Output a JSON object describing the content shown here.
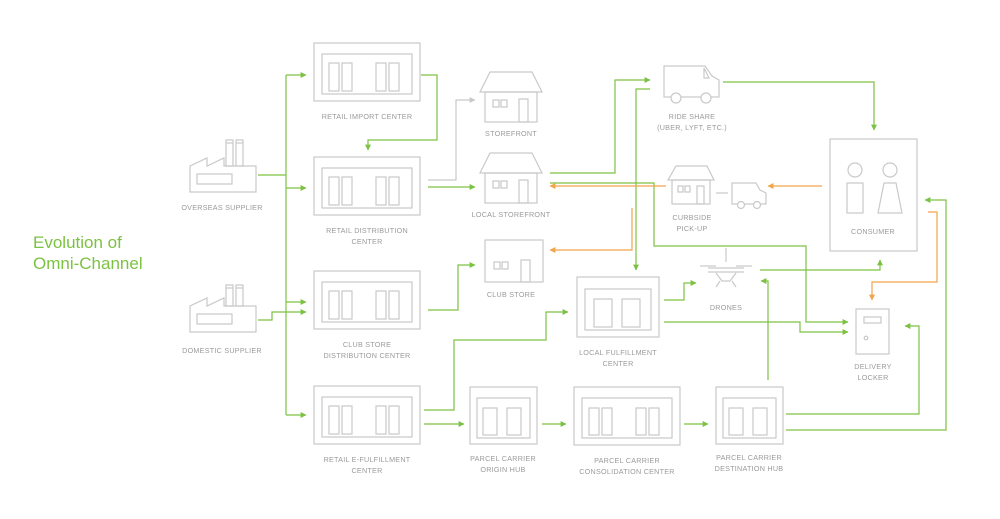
{
  "title": {
    "line1": "Evolution of",
    "line2": "Omni-Channel"
  },
  "colors": {
    "flow": "#7cc242",
    "returns": "#f0a54a",
    "outline": "#c9c9c9",
    "secondary": "#c9c9c9",
    "label": "#9a9a9a",
    "title": "#7cc242"
  },
  "nodes": {
    "overseas_supplier": {
      "line1": "OVERSEAS SUPPLIER",
      "icon": "factory-icon"
    },
    "domestic_supplier": {
      "line1": "DOMESTIC SUPPLIER",
      "icon": "factory-icon"
    },
    "retail_import_center": {
      "line1": "RETAIL IMPORT CENTER",
      "icon": "warehouse-icon"
    },
    "retail_distribution_center": {
      "line1": "RETAIL DISTRIBUTION",
      "line2": "CENTER",
      "icon": "warehouse-icon"
    },
    "club_store_distribution_center": {
      "line1": "CLUB STORE",
      "line2": "DISTRIBUTION CENTER",
      "icon": "warehouse-icon"
    },
    "retail_efulfillment_center": {
      "line1": "RETAIL E-FULFILLMENT",
      "line2": "CENTER",
      "icon": "warehouse-icon"
    },
    "storefront": {
      "line1": "STOREFRONT",
      "icon": "store-icon"
    },
    "local_storefront": {
      "line1": "LOCAL STOREFRONT",
      "icon": "store-icon"
    },
    "club_store": {
      "line1": "CLUB STORE",
      "icon": "store-icon"
    },
    "local_fulfillment_center": {
      "line1": "LOCAL FULFILLMENT",
      "line2": "CENTER",
      "icon": "warehouse-icon"
    },
    "parcel_carrier_origin_hub": {
      "line1": "PARCEL CARRIER",
      "line2": "ORIGIN HUB",
      "icon": "warehouse-icon"
    },
    "parcel_carrier_consolidation_center": {
      "line1": "PARCEL CARRIER",
      "line2": "CONSOLIDATION CENTER",
      "icon": "warehouse-icon"
    },
    "parcel_carrier_destination_hub": {
      "line1": "PARCEL CARRIER",
      "line2": "DESTINATION HUB",
      "icon": "warehouse-icon"
    },
    "ride_share": {
      "line1": "RIDE SHARE",
      "line2": "(UBER, LYFT, ETC.)",
      "icon": "van-icon"
    },
    "curbside_pickup": {
      "line1": "CURBSIDE",
      "line2": "PICK-UP",
      "icon": "curbside-icon"
    },
    "drones": {
      "line1": "DRONES",
      "icon": "drone-icon"
    },
    "consumer": {
      "line1": "CONSUMER",
      "icon": "people-icon"
    },
    "delivery_locker": {
      "line1": "DELIVERY",
      "line2": "LOCKER",
      "icon": "locker-icon"
    }
  }
}
